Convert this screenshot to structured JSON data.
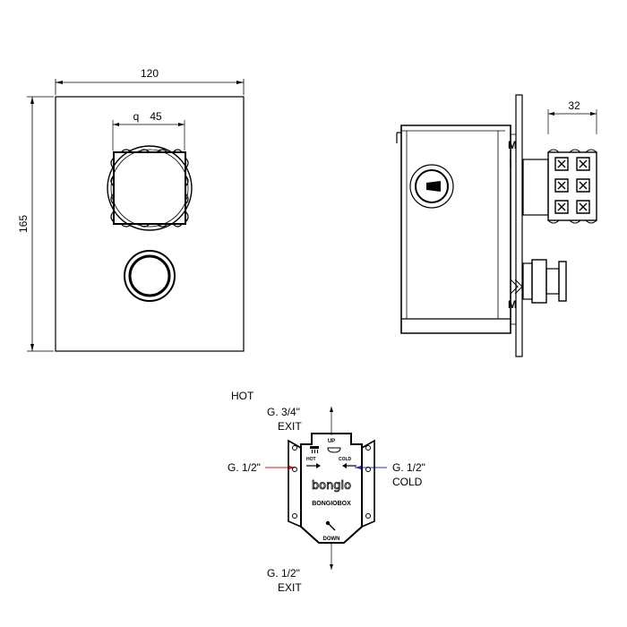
{
  "front_view": {
    "width_dim": "120",
    "height_dim": "165",
    "handle_dim_prefix": "q",
    "handle_dim": "45"
  },
  "side_view": {
    "depth_dim": "32",
    "body_mark_top": "M",
    "body_mark_bottom": "M"
  },
  "connection_diagram": {
    "hot_title": "HOT",
    "top_exit_size": "G. 3/4\"",
    "top_exit_label": "EXIT",
    "hot_inlet_size": "G. 1/2\"",
    "cold_inlet_size": "G. 1/2\"",
    "cold_label": "COLD",
    "bottom_exit_size": "G. 1/2\"",
    "bottom_exit_label": "EXIT",
    "box_up": "UP",
    "box_hot": "HOT",
    "box_cold": "COLD",
    "box_brand": "bongio",
    "box_model": "BONGIOBOX",
    "box_down": "DOWN"
  },
  "colors": {
    "hot": "#e8141c",
    "cold": "#1f2fd6",
    "line": "#000000"
  }
}
